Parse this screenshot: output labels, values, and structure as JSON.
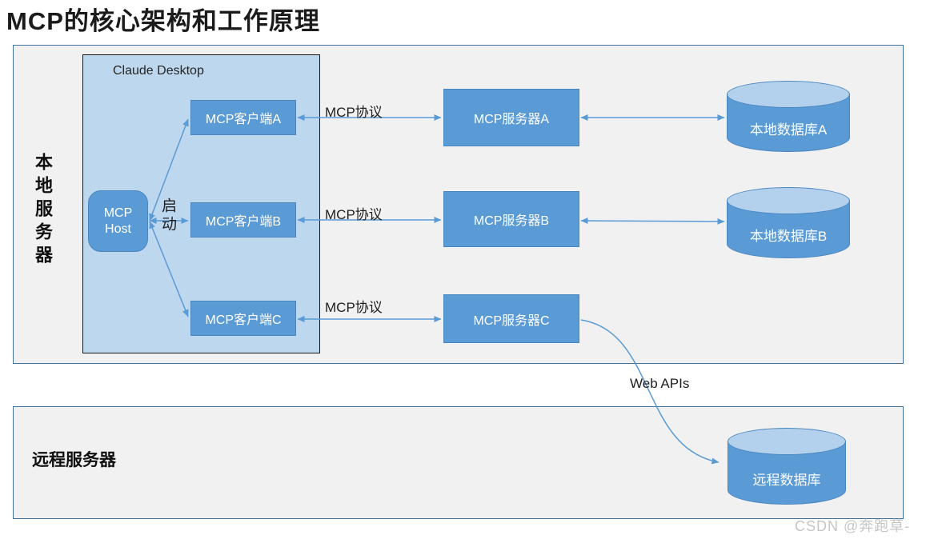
{
  "title": "MCP的核心架构和工作原理",
  "zones": {
    "local": {
      "label": "本地服务器"
    },
    "remote": {
      "label": "远程服务器"
    }
  },
  "claude_desktop": {
    "label": "Claude Desktop"
  },
  "host": {
    "label": "MCP\nHost"
  },
  "clients": [
    {
      "label": "MCP客户端A"
    },
    {
      "label": "MCP客户端B"
    },
    {
      "label": "MCP客户端C"
    }
  ],
  "servers": [
    {
      "label": "MCP服务器A"
    },
    {
      "label": "MCP服务器B"
    },
    {
      "label": "MCP服务器C"
    }
  ],
  "databases": [
    {
      "label": "本地数据库A"
    },
    {
      "label": "本地数据库B"
    },
    {
      "label": "远程数据库"
    }
  ],
  "edge_labels": {
    "launch": "启动",
    "protocol": "MCP协议",
    "web_apis": "Web APIs"
  },
  "watermark": "CSDN @奔跑草-",
  "colors": {
    "node_fill": "#5b9bd5",
    "node_border": "#4a86c0",
    "container_fill": "#bdd7ee",
    "container_border": "#151515",
    "zone_fill": "#f1f1f2",
    "zone_border": "#41719c",
    "connector": "#5b9bd5",
    "cylinder_top_fill": "#b3d1ec",
    "title_color": "#1b1b1b",
    "watermark_color": "#c6c6c6"
  }
}
